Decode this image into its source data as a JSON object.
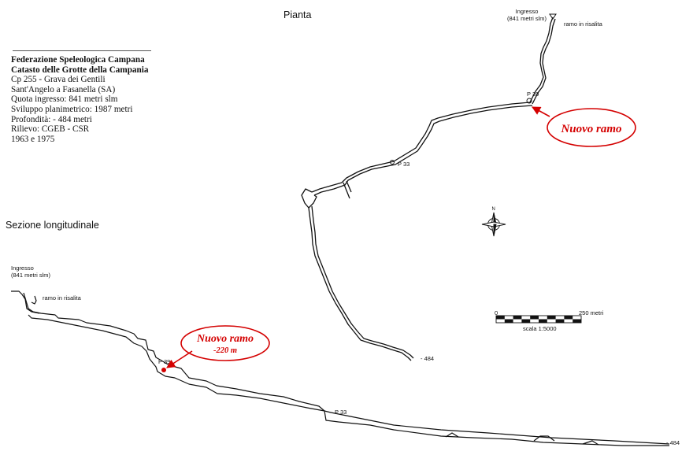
{
  "plan": {
    "title": "Pianta",
    "entrance_label": "Ingresso",
    "entrance_altitude": "(841 metri slm)",
    "branch_label": "ramo in risalita",
    "shafts": [
      "P 39",
      "P 33"
    ],
    "depth_label": "- 484",
    "callout": "Nuovo ramo"
  },
  "section": {
    "title": "Sezione longitudinale",
    "entrance_label": "Ingresso",
    "entrance_altitude": "(841 metri slm)",
    "branch_label": "ramo in risalita",
    "shafts": [
      "P 39",
      "P 33"
    ],
    "depth_label": "- 484",
    "callout": "Nuovo ramo",
    "callout_depth": "-220 m"
  },
  "info": {
    "federation": "Federazione Speleologica Campana",
    "catalog": "Catasto delle Grotte della Campania",
    "cave": "Cp 255 - Grava dei Gentili",
    "location": "Sant'Angelo a Fasanella (SA)",
    "entrance_altitude": "Quota ingresso:  841 metri slm",
    "development": "Sviluppo planimetrico: 1987 metri",
    "depth": "Profondità: - 484 metri",
    "survey": "Rilievo: CGEB - CSR",
    "years": "1963 e 1975"
  },
  "scale_bar": {
    "start": "0",
    "end": "250 metri",
    "ratio": "scala 1:5000"
  },
  "north_arrow": {
    "label": "N"
  },
  "colors": {
    "ink": "#111111",
    "callout": "#d40000"
  }
}
